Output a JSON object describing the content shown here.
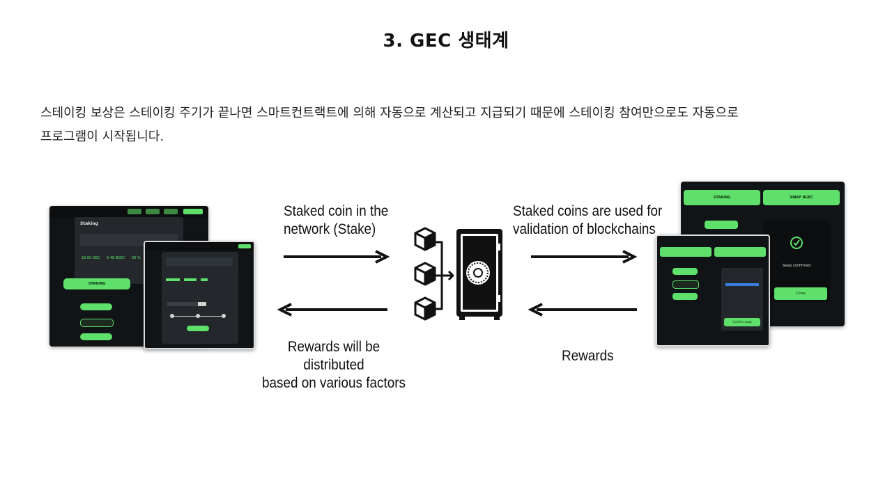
{
  "slide": {
    "title": "3. GEC 생태계",
    "body_line1": "스테이킹 보상은 스테이킹 주기가 끝나면 스마트컨트랙트에 의해 자동으로 계산되고 지급되기 때문에 스테이킹 참여만으로도 자동으로",
    "body_line2": "프로그램이 시작됩니다."
  },
  "diagram": {
    "label_stake_line1": "Staked coin in the",
    "label_stake_line2": "network (Stake)",
    "label_validation_line1": "Staked coins are used for",
    "label_validation_line2": "validation of blockchains",
    "label_rewards_dist_line1": "Rewards will be distributed",
    "label_rewards_dist_line2": "based on various factors",
    "label_rewards": "Rewards"
  },
  "left_screenshot": {
    "modal_title": "Staking",
    "amount": "18.00 GEC",
    "earned": "0.48 BGEC",
    "apr": "30 %",
    "button": "STAKING"
  },
  "right_screenshot": {
    "tab_staking": "STAKING",
    "tab_swap": "SWAP BGEC",
    "status": "Swap confirmed",
    "close_button": "Close",
    "confirm_button": "Confirm swap"
  },
  "colors": {
    "accent_green": "#5ee06a",
    "screen_bg": "#15181b",
    "panel": "#24282c"
  }
}
